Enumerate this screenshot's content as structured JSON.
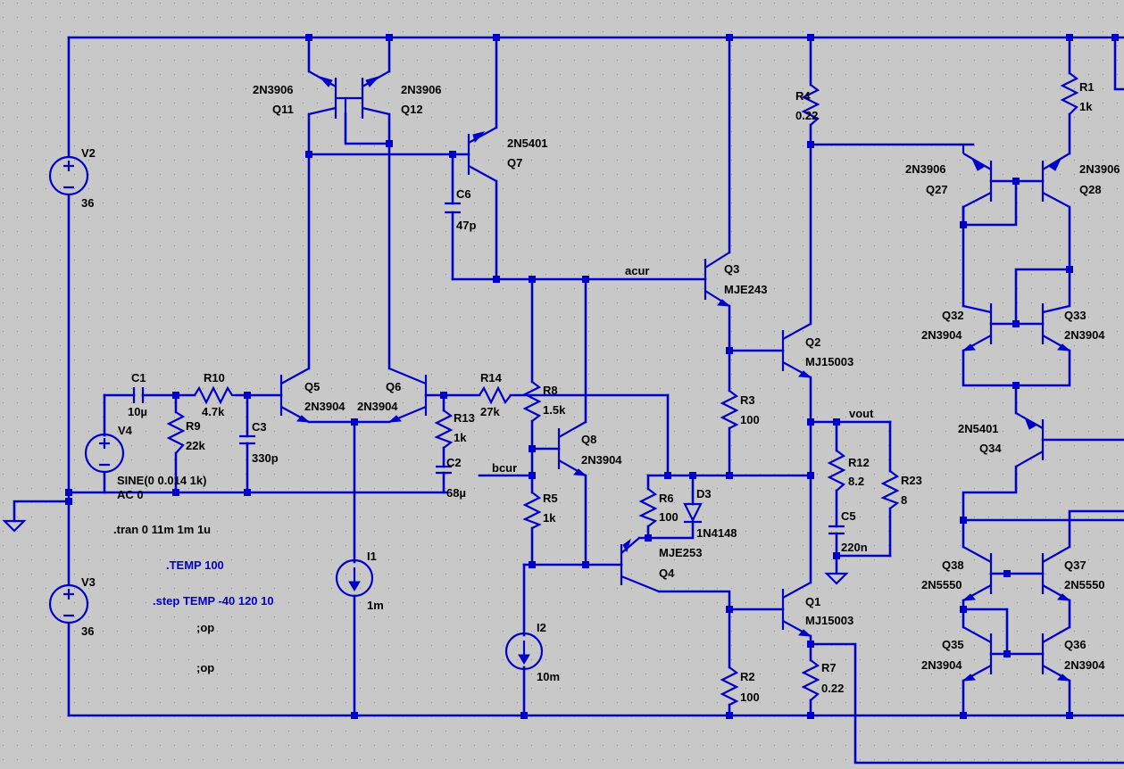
{
  "components": {
    "Q11": {
      "name": "Q11",
      "model": "2N3906"
    },
    "Q12": {
      "name": "Q12",
      "model": "2N3906"
    },
    "Q7": {
      "name": "Q7",
      "model": "2N5401"
    },
    "Q5": {
      "name": "Q5",
      "model": "2N3904"
    },
    "Q6": {
      "name": "Q6",
      "model": "2N3904"
    },
    "Q3": {
      "name": "Q3",
      "model": "MJE243"
    },
    "Q2": {
      "name": "Q2",
      "model": "MJ15003"
    },
    "Q1": {
      "name": "Q1",
      "model": "MJ15003"
    },
    "Q8": {
      "name": "Q8",
      "model": "2N3904"
    },
    "Q4": {
      "name": "Q4",
      "model": "MJE253"
    },
    "Q27": {
      "name": "Q27",
      "model": "2N3906"
    },
    "Q28": {
      "name": "Q28",
      "model": "2N3906"
    },
    "Q32": {
      "name": "Q32",
      "model": "2N3904"
    },
    "Q33": {
      "name": "Q33",
      "model": "2N3904"
    },
    "Q34": {
      "name": "Q34",
      "model": "2N5401"
    },
    "Q38": {
      "name": "Q38",
      "model": "2N5550"
    },
    "Q37": {
      "name": "Q37",
      "model": "2N5550"
    },
    "Q35": {
      "name": "Q35",
      "model": "2N3904"
    },
    "Q36": {
      "name": "Q36",
      "model": "2N3904"
    },
    "R4": {
      "name": "R4",
      "value": "0.22"
    },
    "R1": {
      "name": "R1",
      "value": "1k"
    },
    "R10": {
      "name": "R10",
      "value": "4.7k"
    },
    "R9": {
      "name": "R9",
      "value": "22k"
    },
    "R13": {
      "name": "R13",
      "value": "1k"
    },
    "R14": {
      "name": "R14",
      "value": "27k"
    },
    "R8": {
      "name": "R8",
      "value": "1.5k"
    },
    "R5": {
      "name": "R5",
      "value": "1k"
    },
    "R6": {
      "name": "R6",
      "value": "100"
    },
    "R3": {
      "name": "R3",
      "value": "100"
    },
    "R2": {
      "name": "R2",
      "value": "100"
    },
    "R7": {
      "name": "R7",
      "value": "0.22"
    },
    "R12": {
      "name": "R12",
      "value": "8.2"
    },
    "R23": {
      "name": "R23",
      "value": "8"
    },
    "C1": {
      "name": "C1",
      "value": "10µ"
    },
    "C3": {
      "name": "C3",
      "value": "330p"
    },
    "C2": {
      "name": "C2",
      "value": "68µ"
    },
    "C6": {
      "name": "C6",
      "value": "47p"
    },
    "C5": {
      "name": "C5",
      "value": "220n"
    },
    "D3": {
      "name": "D3",
      "model": "1N4148"
    },
    "V2": {
      "name": "V2",
      "value": "36"
    },
    "V3": {
      "name": "V3",
      "value": "36"
    },
    "V4": {
      "name": "V4",
      "value1": "SINE(0 0.014 1k)",
      "value2": "AC 0"
    },
    "I1": {
      "name": "I1",
      "value": "1m"
    },
    "I2": {
      "name": "I2",
      "value": "10m"
    }
  },
  "nets": {
    "acur": "acur",
    "bcur": "bcur",
    "vout": "vout"
  },
  "directives": {
    "tran": ".tran 0 11m 1m 1u",
    "temp": ".TEMP 100",
    "step": ".step TEMP -40 120 10",
    "op1": ";op",
    "op2": ";op"
  },
  "colors": {
    "background": "#c8c8c8",
    "wire": "#0000cd",
    "text": "#000000",
    "grid": "#8c8c8c"
  }
}
